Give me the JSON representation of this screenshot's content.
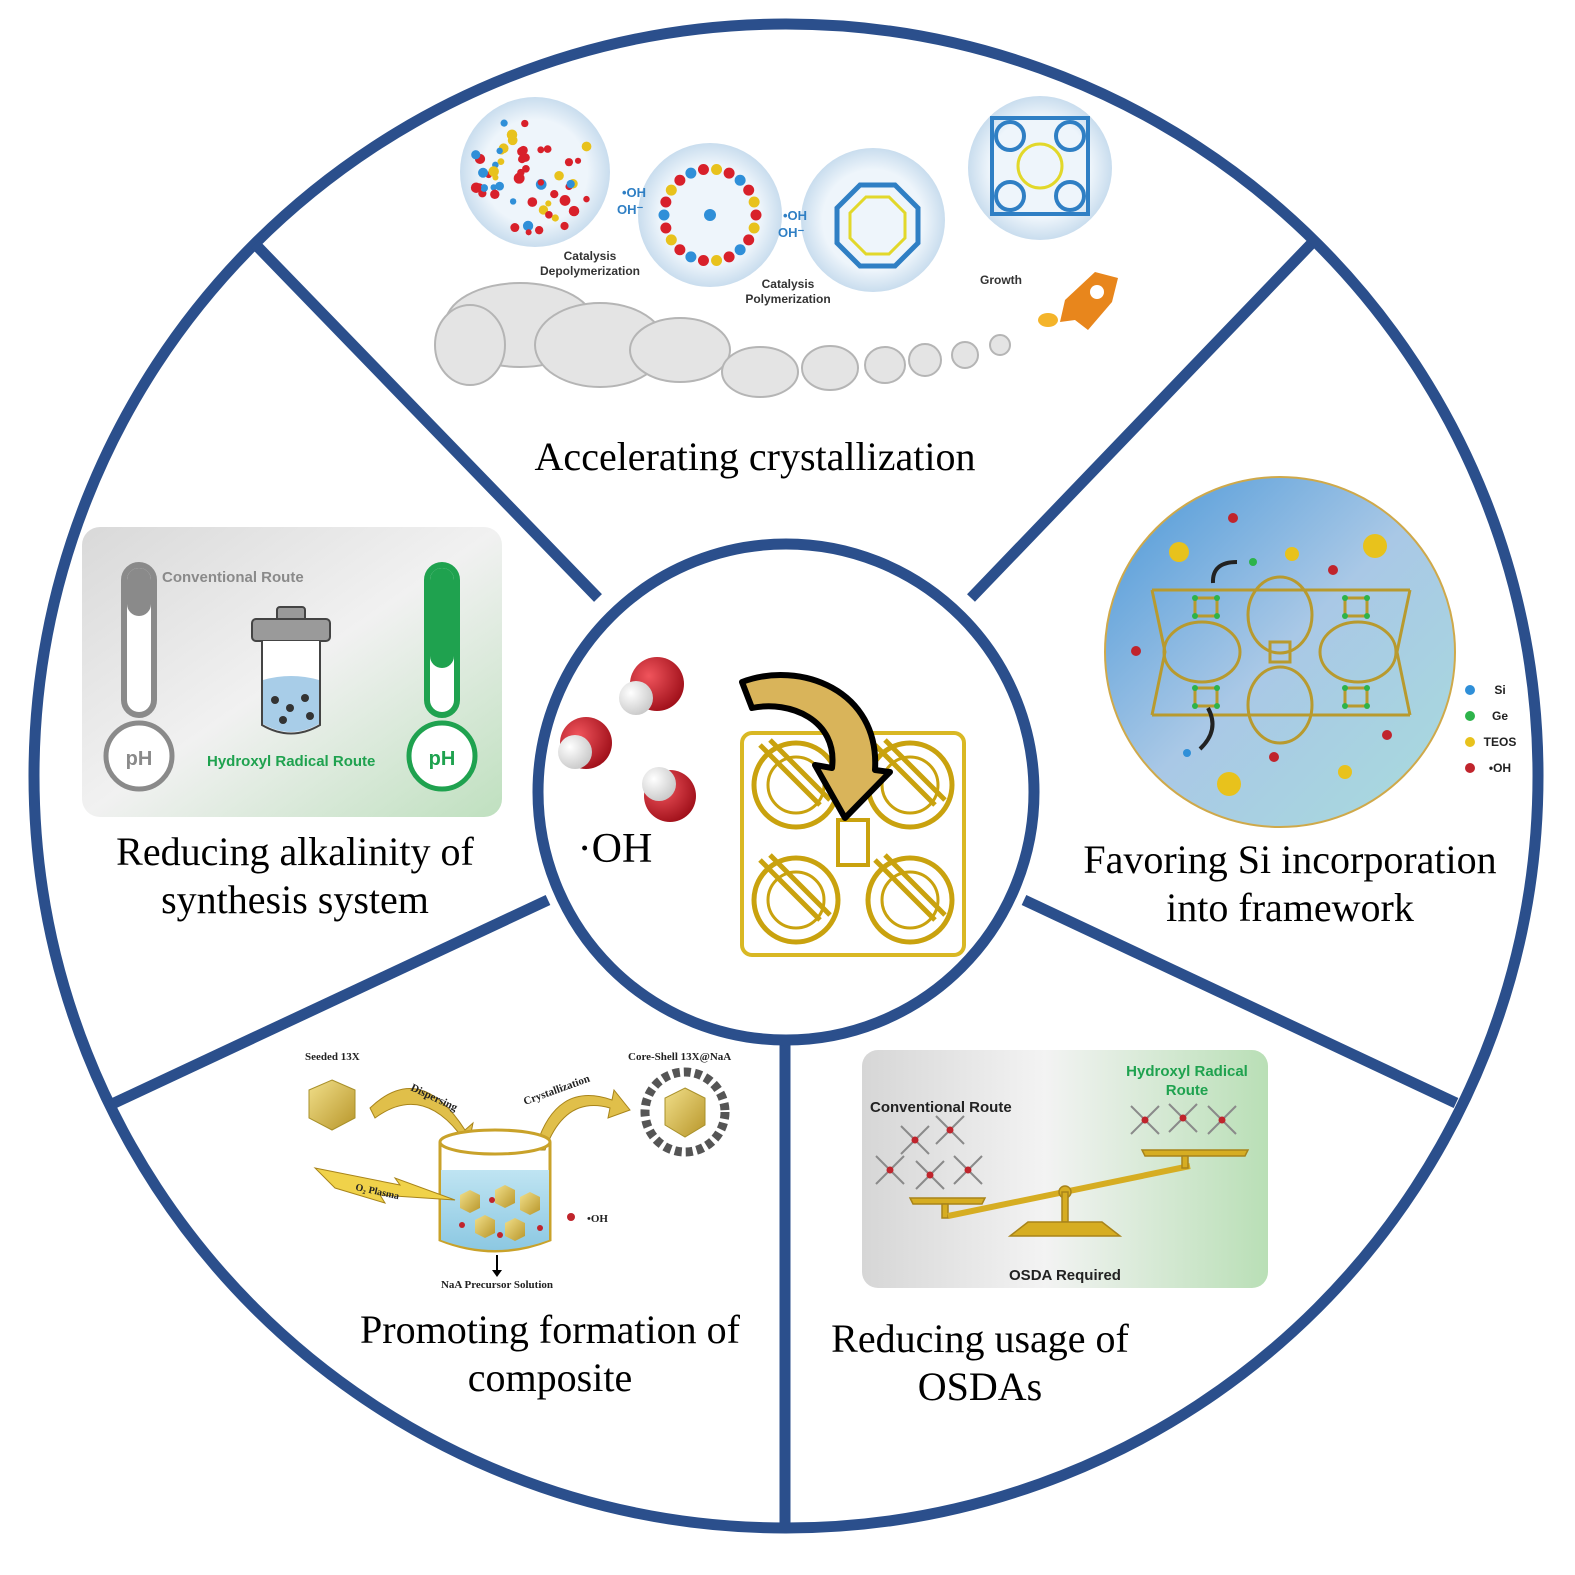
{
  "center": {
    "label": "·OH",
    "molecule_count": 3
  },
  "sections": [
    {
      "id": "top",
      "label_lines": [
        "Accelerating crystallization"
      ],
      "panel": {
        "stages": [
          "Catalysis Depolymerization",
          "Catalysis Polymerization",
          "Growth"
        ],
        "species_1": "•OH",
        "species_2": "OH⁻"
      }
    },
    {
      "id": "right",
      "label_lines": [
        "Favoring Si incorporation",
        "into framework"
      ],
      "panel": {
        "legend": [
          {
            "label": "Si",
            "color": "#2f8fd8"
          },
          {
            "label": "Ge",
            "color": "#2db34a"
          },
          {
            "label": "TEOS",
            "color": "#e8c21c"
          },
          {
            "label": "•OH",
            "color": "#c0242c"
          }
        ]
      }
    },
    {
      "id": "lower-right",
      "label_lines": [
        "Reducing usage of",
        "OSDAs"
      ],
      "panel": {
        "conventional": "Conventional Route",
        "hydroxyl_line1": "Hydroxyl Radical",
        "hydroxyl_line2": "Route",
        "caption": "OSDA Required"
      }
    },
    {
      "id": "lower-left",
      "label_lines": [
        "Promoting formation of",
        "composite"
      ],
      "panel": {
        "seed": "Seeded 13X",
        "product": "Core-Shell 13X@NaA",
        "step1": "Dispersing",
        "step2": "Crystallization",
        "plasma": "O₂ Plasma",
        "oh": "•OH",
        "solution": "NaA Precursor Solution"
      }
    },
    {
      "id": "left",
      "label_lines": [
        "Reducing alkalinity of",
        "synthesis system"
      ],
      "panel": {
        "conventional": "Conventional Route",
        "hydroxyl": "Hydroxyl Radical Route",
        "ph_left": "pH",
        "ph_right": "pH"
      }
    }
  ],
  "colors": {
    "ring": "#2b4f8c",
    "gold": "#d4b42a",
    "green_text": "#1fa24f",
    "gray_text": "#8a8a8a",
    "oxygen_red": "#c8202c",
    "rocket": "#e8861c"
  }
}
